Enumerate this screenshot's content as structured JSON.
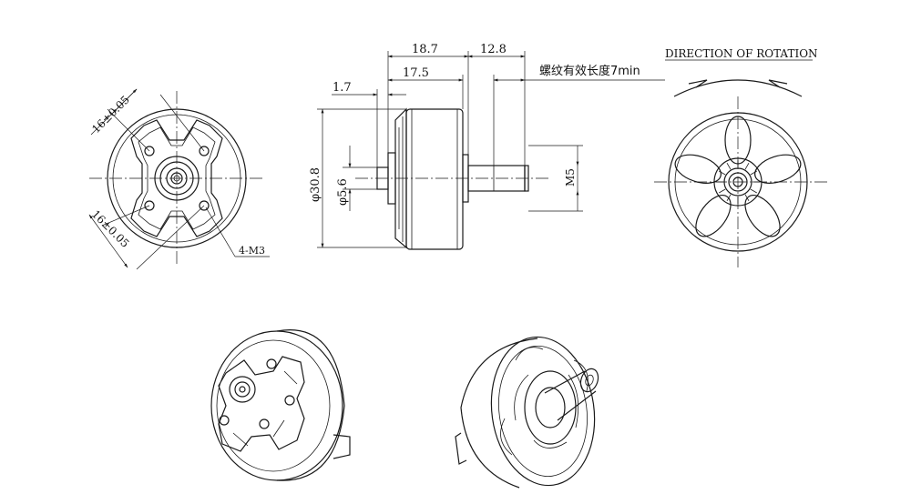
{
  "drawing": {
    "dims": {
      "len_18_7": "18.7",
      "len_12_8": "12.8",
      "len_17_5": "17.5",
      "len_1_7": "1.7",
      "dia_30_8": "φ30.8",
      "dia_5_6": "φ5.6",
      "thread_m5": "M5",
      "thread_note": "螺纹有效长度7min",
      "bolt_pattern_a": "16±0.05",
      "bolt_pattern_b": "16±0.05",
      "holes": "4-M3"
    },
    "rotation_label": "DIRECTION OF ROTATION"
  },
  "colors": {
    "line": "#1a1a1a",
    "background": "#ffffff"
  }
}
